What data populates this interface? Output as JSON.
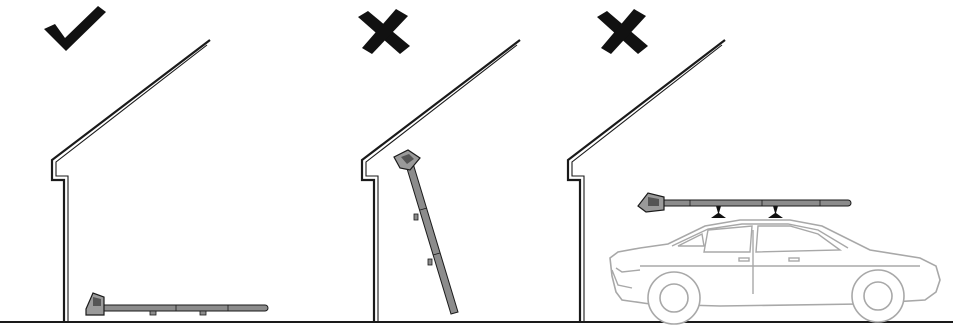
{
  "panels": [
    {
      "id": "panel-1",
      "verdict": "correct",
      "mark_icon": "checkmark-icon",
      "pole_position": "lying-flat-on-floor"
    },
    {
      "id": "panel-2",
      "verdict": "incorrect",
      "mark_icon": "x-icon",
      "pole_position": "leaning-against-wall"
    },
    {
      "id": "panel-3",
      "verdict": "incorrect",
      "mark_icon": "x-icon",
      "pole_position": "on-car-roof-rack"
    }
  ],
  "colors": {
    "line": "#1a1a1a",
    "pole": "#8c8c8c",
    "car_outline": "#a8a8a8"
  }
}
